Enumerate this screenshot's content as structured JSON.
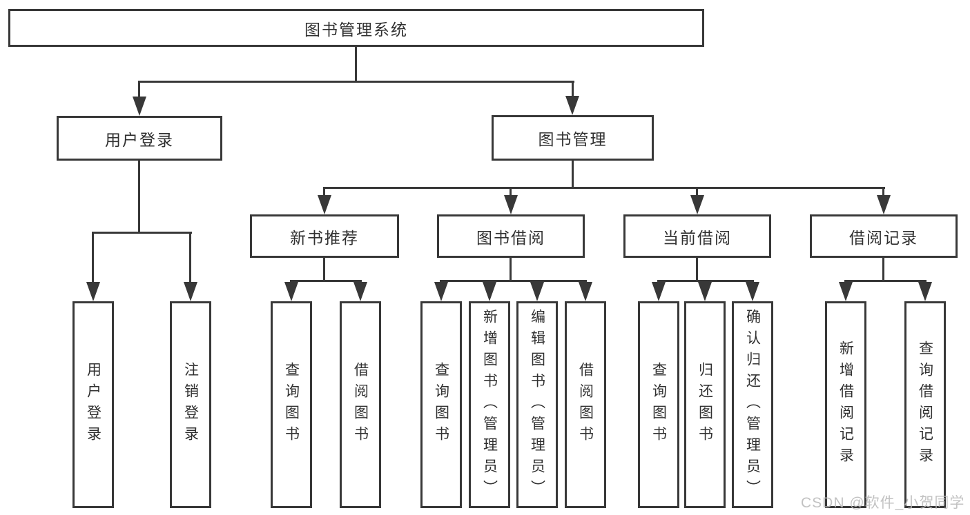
{
  "diagram": {
    "root": {
      "label": "图书管理系统"
    },
    "level2": [
      {
        "label": "用户登录"
      },
      {
        "label": "图书管理"
      }
    ],
    "level3": [
      {
        "label": "新书推荐"
      },
      {
        "label": "图书借阅"
      },
      {
        "label": "当前借阅"
      },
      {
        "label": "借阅记录"
      }
    ],
    "leaves": {
      "user_login": [
        {
          "label": "用户登录"
        },
        {
          "label": "注销登录"
        }
      ],
      "new_book_rec": [
        {
          "label": "查询图书"
        },
        {
          "label": "借阅图书"
        }
      ],
      "book_borrow": [
        {
          "label": "查询图书"
        },
        {
          "label": "新增图书（管理员）"
        },
        {
          "label": "编辑图书（管理员）"
        },
        {
          "label": "借阅图书"
        }
      ],
      "current_borrow": [
        {
          "label": "查询图书"
        },
        {
          "label": "归还图书"
        },
        {
          "label": "确认归还（管理员）"
        }
      ],
      "borrow_record": [
        {
          "label": "新增借阅记录"
        },
        {
          "label": "查询借阅记录"
        }
      ]
    },
    "watermark": "CSDN @软件_小贺同学",
    "colors": {
      "line": "#383838",
      "text": "#303030",
      "watermark": "#bcbcbc",
      "background": "#ffffff"
    }
  }
}
